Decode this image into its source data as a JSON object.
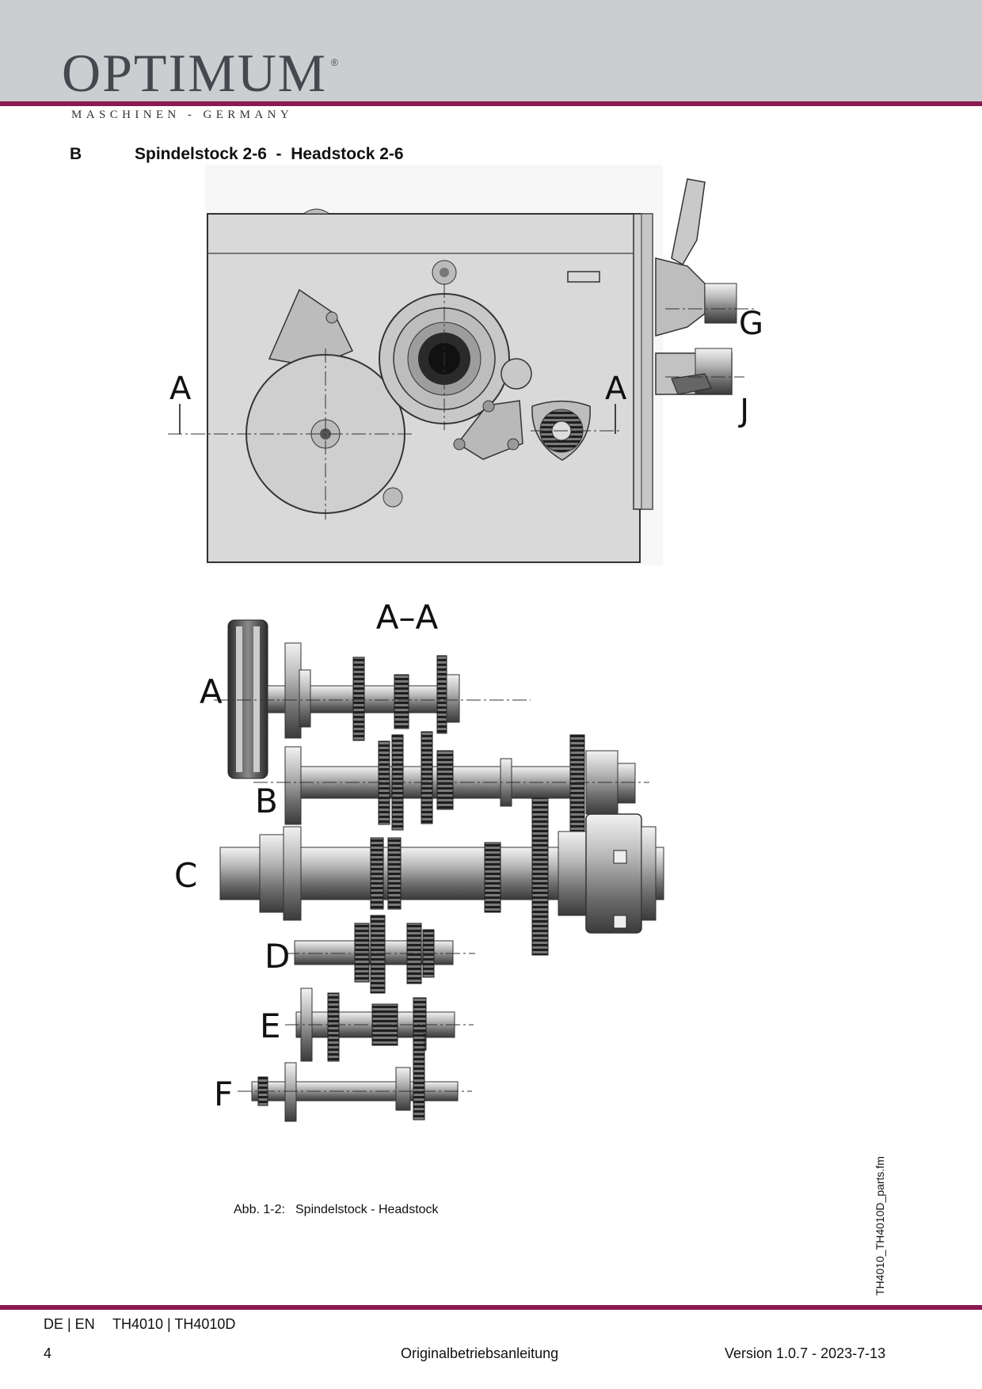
{
  "header": {
    "brand": "OPTIMUM",
    "registered": "®",
    "subtitle": "MASCHINEN - GERMANY"
  },
  "section": {
    "letter": "B",
    "title": "Spindelstock 2-6  -  Headstock 2-6"
  },
  "figure": {
    "labels": {
      "section_left": "A",
      "section_right": "A",
      "g": "G",
      "j": "J",
      "section_view": "A–A",
      "shaft_a": "A",
      "shaft_b": "B",
      "shaft_c": "C",
      "shaft_d": "D",
      "shaft_e": "E",
      "shaft_f": "F"
    },
    "caption_number": "Abb. 1-2:",
    "caption_text": "Spindelstock - Headstock"
  },
  "side_note": "TH4010_TH4010D_parts.fm",
  "footer": {
    "lang": "DE | EN",
    "model": "TH4010  |  TH4010D",
    "page": "4",
    "doc": "Originalbetriebsanleitung",
    "version": "Version 1.0.7 - 2023-7-13"
  }
}
